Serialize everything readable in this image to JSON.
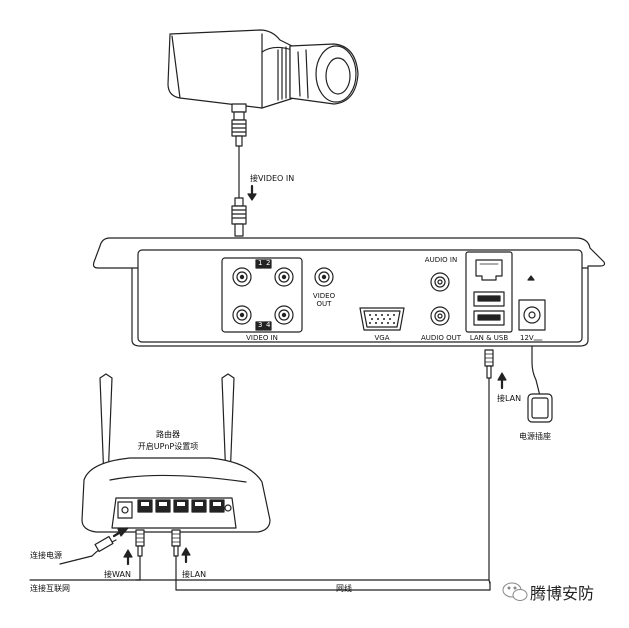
{
  "camera": {
    "label_video_in": "接VIDEO IN"
  },
  "dvr": {
    "video_in_label": "VIDEO IN",
    "channels_top": [
      "1",
      "2"
    ],
    "channels_bottom": [
      "3",
      "4"
    ],
    "video_out_label": [
      "VIDEO",
      "OUT"
    ],
    "vga_label": "VGA",
    "audio_in_label": "AUDIO IN",
    "audio_out_label": "AUDIO OUT",
    "lan_usb_label": "LAN & USB",
    "power_label": "12V"
  },
  "router": {
    "title": "路由器",
    "subtitle": "开启UPnP设置项"
  },
  "labels": {
    "connect_lan_dvr": "接LAN",
    "power_outlet": "电源插座",
    "connect_power": "连接电源",
    "connect_wan": "接WAN",
    "connect_lan_router": "接LAN",
    "connect_internet": "连接互联网",
    "network_cable": "网线"
  },
  "watermark": {
    "text": "腾博安防",
    "icon": "wechat-icon"
  }
}
